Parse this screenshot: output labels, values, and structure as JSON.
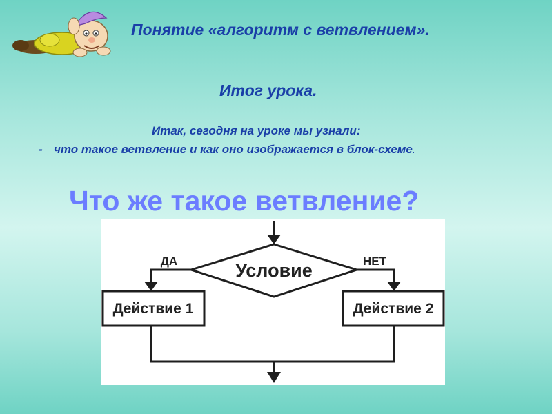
{
  "slide": {
    "title": "Понятие «алгоритм с ветвлением».",
    "subtitle": "Итог урока.",
    "summary_intro": "Итак, сегодня на уроке мы узнали:",
    "summary_bullet_marker": "-",
    "summary_item": "что такое ветвление и как оно изображается в блок-схеме",
    "summary_item_end": ".",
    "question": "Что же такое ветвление?"
  },
  "flowchart": {
    "condition": "Условие",
    "yes_label": "ДА",
    "no_label": "НЕТ",
    "action1": "Действие 1",
    "action2": "Действие 2"
  },
  "colors": {
    "heading": "#1a3fa8",
    "question": "#6b7dff",
    "background": "#a6e6dc",
    "diagram_background": "#ffffff",
    "diagram_stroke": "#1e1e1e"
  },
  "icons": {
    "corner_illustration": "gnome-character-icon"
  }
}
